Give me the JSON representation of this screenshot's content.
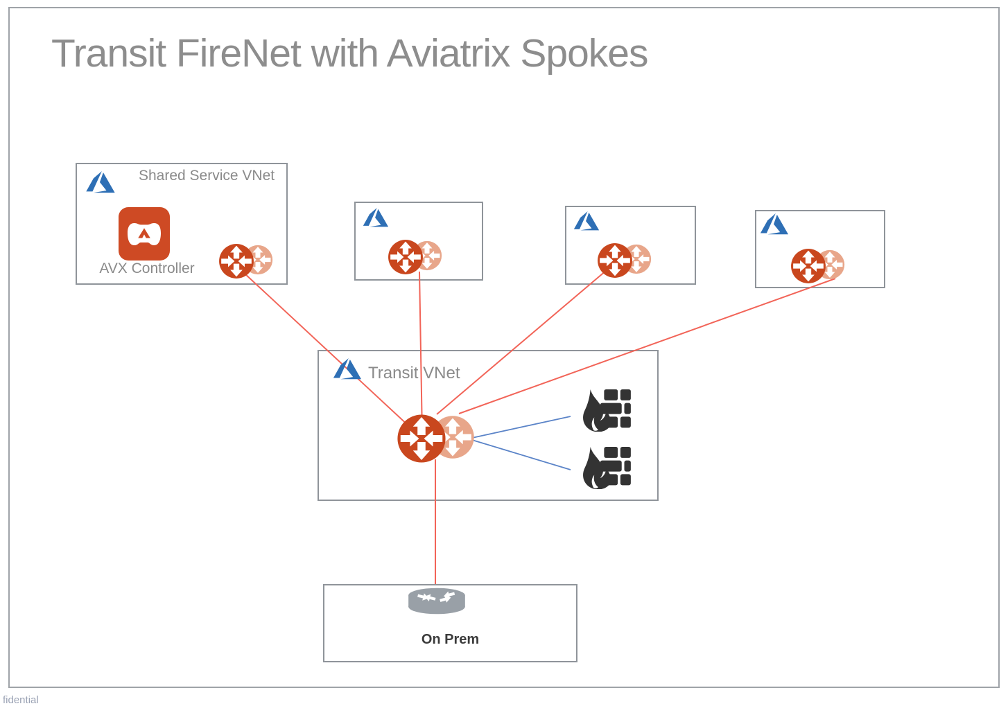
{
  "title": "Transit FireNet with Aviatrix Spokes",
  "footer": {
    "partial_text": "fidential"
  },
  "boxes": {
    "shared_service": {
      "label": "Shared Service VNet",
      "controller_label": "AVX Controller",
      "icons": [
        "azure-logo",
        "avx-controller",
        "aviatrix-gateway-pair"
      ]
    },
    "spoke_2": {
      "label": "",
      "icons": [
        "azure-logo",
        "aviatrix-gateway-pair"
      ]
    },
    "spoke_3": {
      "label": "",
      "icons": [
        "azure-logo",
        "aviatrix-gateway-pair"
      ]
    },
    "spoke_4": {
      "label": "",
      "icons": [
        "azure-logo",
        "aviatrix-gateway-pair"
      ]
    },
    "transit": {
      "label": "Transit VNet",
      "icons": [
        "azure-logo",
        "aviatrix-gateway-pair",
        "firewall",
        "firewall"
      ]
    },
    "on_prem": {
      "label": "On Prem",
      "icons": [
        "router"
      ]
    }
  },
  "connections": {
    "red_peering_lines": [
      "shared-service-gateway to transit-gateway",
      "spoke2-gateway to transit-gateway",
      "spoke3-gateway to transit-gateway",
      "spoke4-gateway to transit-gateway",
      "transit-gateway to on-prem-router"
    ],
    "blue_firewall_links": [
      "transit-gateway to firewall-1",
      "transit-gateway to firewall-2"
    ]
  },
  "colors": {
    "title_gray": "#8d8d8d",
    "box_border_gray": "#8f949a",
    "azure_blue": "#2e6fb5",
    "gateway_dark_orange": "#c9471e",
    "gateway_light_salmon": "#e8a68a",
    "avx_controller_orange": "#ce4a24",
    "firewall_charcoal": "#333333",
    "router_gray": "#99a0a7",
    "peering_line_red": "#f26458",
    "firewall_link_blue": "#5b84c8"
  }
}
